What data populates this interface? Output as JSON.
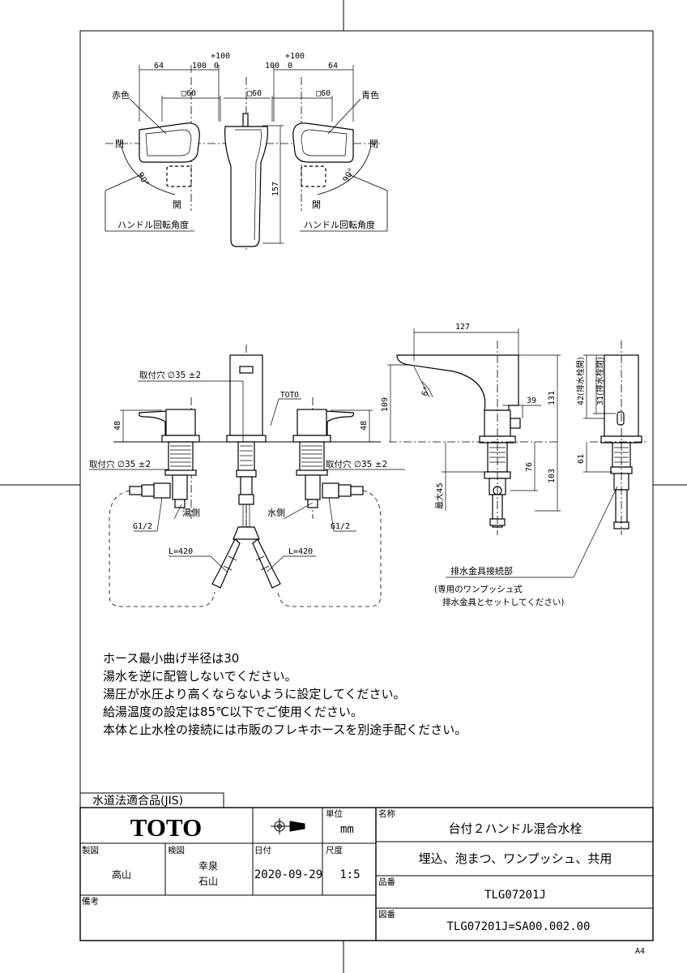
{
  "drawing": {
    "top_view": {
      "red_label": "赤色",
      "blue_label": "青色",
      "close_left": "閉",
      "close_right": "閉",
      "open_left": "開",
      "open_right": "開",
      "angle_left": "90°",
      "angle_right": "90°",
      "rotation_left": "ハンドル回転角度",
      "rotation_right": "ハンドル回転角度",
      "dim_64_left": "64",
      "dim_100_left": "100",
      "dim_0_left": "0",
      "dim_plus100_left": "+100",
      "dim_plus100_right": "+100",
      "dim_100_right": "100",
      "dim_0_right": "0",
      "dim_64_right": "64",
      "sq60_left": "□60",
      "sq60_center": "□60",
      "sq60_right": "□60",
      "dim_157": "157"
    },
    "front_view": {
      "mount_hole_top": "取付穴 ∅35 ±2",
      "mount_hole_left": "取付穴 ∅35 ±2",
      "mount_hole_right": "取付穴 ∅35 ±2",
      "toto_mark": "TOTO",
      "dim_48_left": "48",
      "dim_48_right": "48",
      "hot_side": "湯側",
      "cold_side": "水側",
      "g12_left": "G1/2",
      "g12_right": "G1/2",
      "hose_left": "L=420",
      "hose_right": "L=420"
    },
    "side_view": {
      "dim_127": "127",
      "dim_109": "109",
      "dim_131": "131",
      "dim_39": "39",
      "angle_6": "6°",
      "dim_76": "76",
      "dim_103": "103",
      "max45": "最大45",
      "drain_open": "(排水栓開)",
      "drain_closed": "(排水栓閉)",
      "dim_42": "42",
      "dim_31": "31",
      "dim_61": "61",
      "drain_connect": "排水金具接続部",
      "drain_note_1": "(専用のワンプッシュ式",
      "drain_note_2": "排水金具とセットしてください)"
    }
  },
  "notes": [
    "ホース最小曲げ半径は30",
    "湯水を逆に配管しないでください。",
    "湯圧が水圧より高くならないように設定してください。",
    "給湯温度の設定は85℃以下でご使用ください。",
    "本体と止水栓の接続には市販のフレキホースを別途手配ください。"
  ],
  "title_block": {
    "jis_label": "水道法適合品(JIS)",
    "brand": "TOTO",
    "unit_label": "単位",
    "unit_value": "mm",
    "name_label": "名称",
    "name_line1": "台付２ハンドル混合水栓",
    "name_line2": "埋込、泡まつ、ワンプッシュ、共用",
    "made_label": "製図",
    "made_value": "高山",
    "check_label": "検図",
    "check_value1": "幸泉",
    "check_value2": "石山",
    "date_label": "日付",
    "date_value": "2020-09-29",
    "scale_label": "尺度",
    "scale_value": "1:5",
    "product_no_label": "品番",
    "product_no": "TLG07201J",
    "remarks_label": "備考",
    "drawing_no_label": "図番",
    "drawing_no": "TLG07201J=SA00.002.00",
    "paper_size": "A4"
  }
}
